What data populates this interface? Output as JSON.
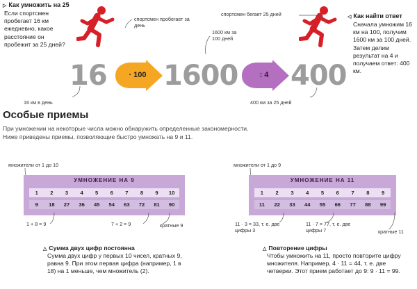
{
  "top_left": {
    "heading": "Как умножить на 25",
    "question": "Если спортсмен пробегает 16 км ежедневно, какое расстояние он пробежит за 25 дней?"
  },
  "top_right": {
    "heading": "Как найти ответ",
    "answer": "Сначала умножим 16 км на 100, получим 1600 км за 100 дней. Затем делим результат на 4 и получаем ответ: 400 км."
  },
  "diagram": {
    "num_a": "16",
    "num_b": "1600",
    "num_c": "400",
    "op1": "· 100",
    "op2": ": 4",
    "label_runs_per_day": "спортсмен пробегает за день",
    "label_runs_25": "спортсмен бегает 25 дней",
    "label_1600": "1600 км за 100 дней",
    "label_16": "16 км в день",
    "label_400": "400 км за 25 дней"
  },
  "section": {
    "title": "Особые приемы",
    "intro_1": "При умножении на некоторые числа можно обнаружить определенные закономерности.",
    "intro_2": "Ниже приведены приемы, позволяющие быстро умножать на 9 и 11."
  },
  "table9": {
    "title": "УМНОЖЕНИЕ НА 9",
    "factors_label": "множители от 1 до 10",
    "row1": [
      "1",
      "2",
      "3",
      "4",
      "5",
      "6",
      "7",
      "8",
      "9",
      "10"
    ],
    "row2": [
      "9",
      "18",
      "27",
      "36",
      "45",
      "54",
      "63",
      "72",
      "81",
      "90"
    ],
    "note_a": "1 + 8 = 9",
    "note_b": "7 + 2 = 9",
    "note_c": "кратные 9"
  },
  "table11": {
    "title": "УМНОЖЕНИЕ НА 11",
    "factors_label": "множители от 1 до 9",
    "row1": [
      "1",
      "2",
      "3",
      "4",
      "5",
      "6",
      "7",
      "8",
      "9"
    ],
    "row2": [
      "11",
      "22",
      "33",
      "44",
      "55",
      "66",
      "77",
      "88",
      "99"
    ],
    "note_a": "11 · 3 = 33, т. е. две цифры 3",
    "note_b": "11 · 7 = 77, т. е. две цифры 7",
    "note_c": "кратные 11"
  },
  "tip9": {
    "heading": "Сумма двух цифр постоянна",
    "text": "Сумма двух цифр у первых 10 чисел, кратных 9, равна 9. При этом первая цифра (например, 1 в 18) на 1 меньше, чем множитель (2)."
  },
  "tip11": {
    "heading": "Повторение цифры",
    "text": "Чтобы умножить на 11, просто повторите цифру множителя. Например, 4 · 11 = 44, т. е. две четверки. Этот прием работает до 9: 9 · 11 = 99."
  },
  "colors": {
    "runner": "#d61f26",
    "orange_arrow": "#f5a623",
    "purple_arrow": "#b46fc0",
    "table_bg": "#c7a8d6"
  }
}
